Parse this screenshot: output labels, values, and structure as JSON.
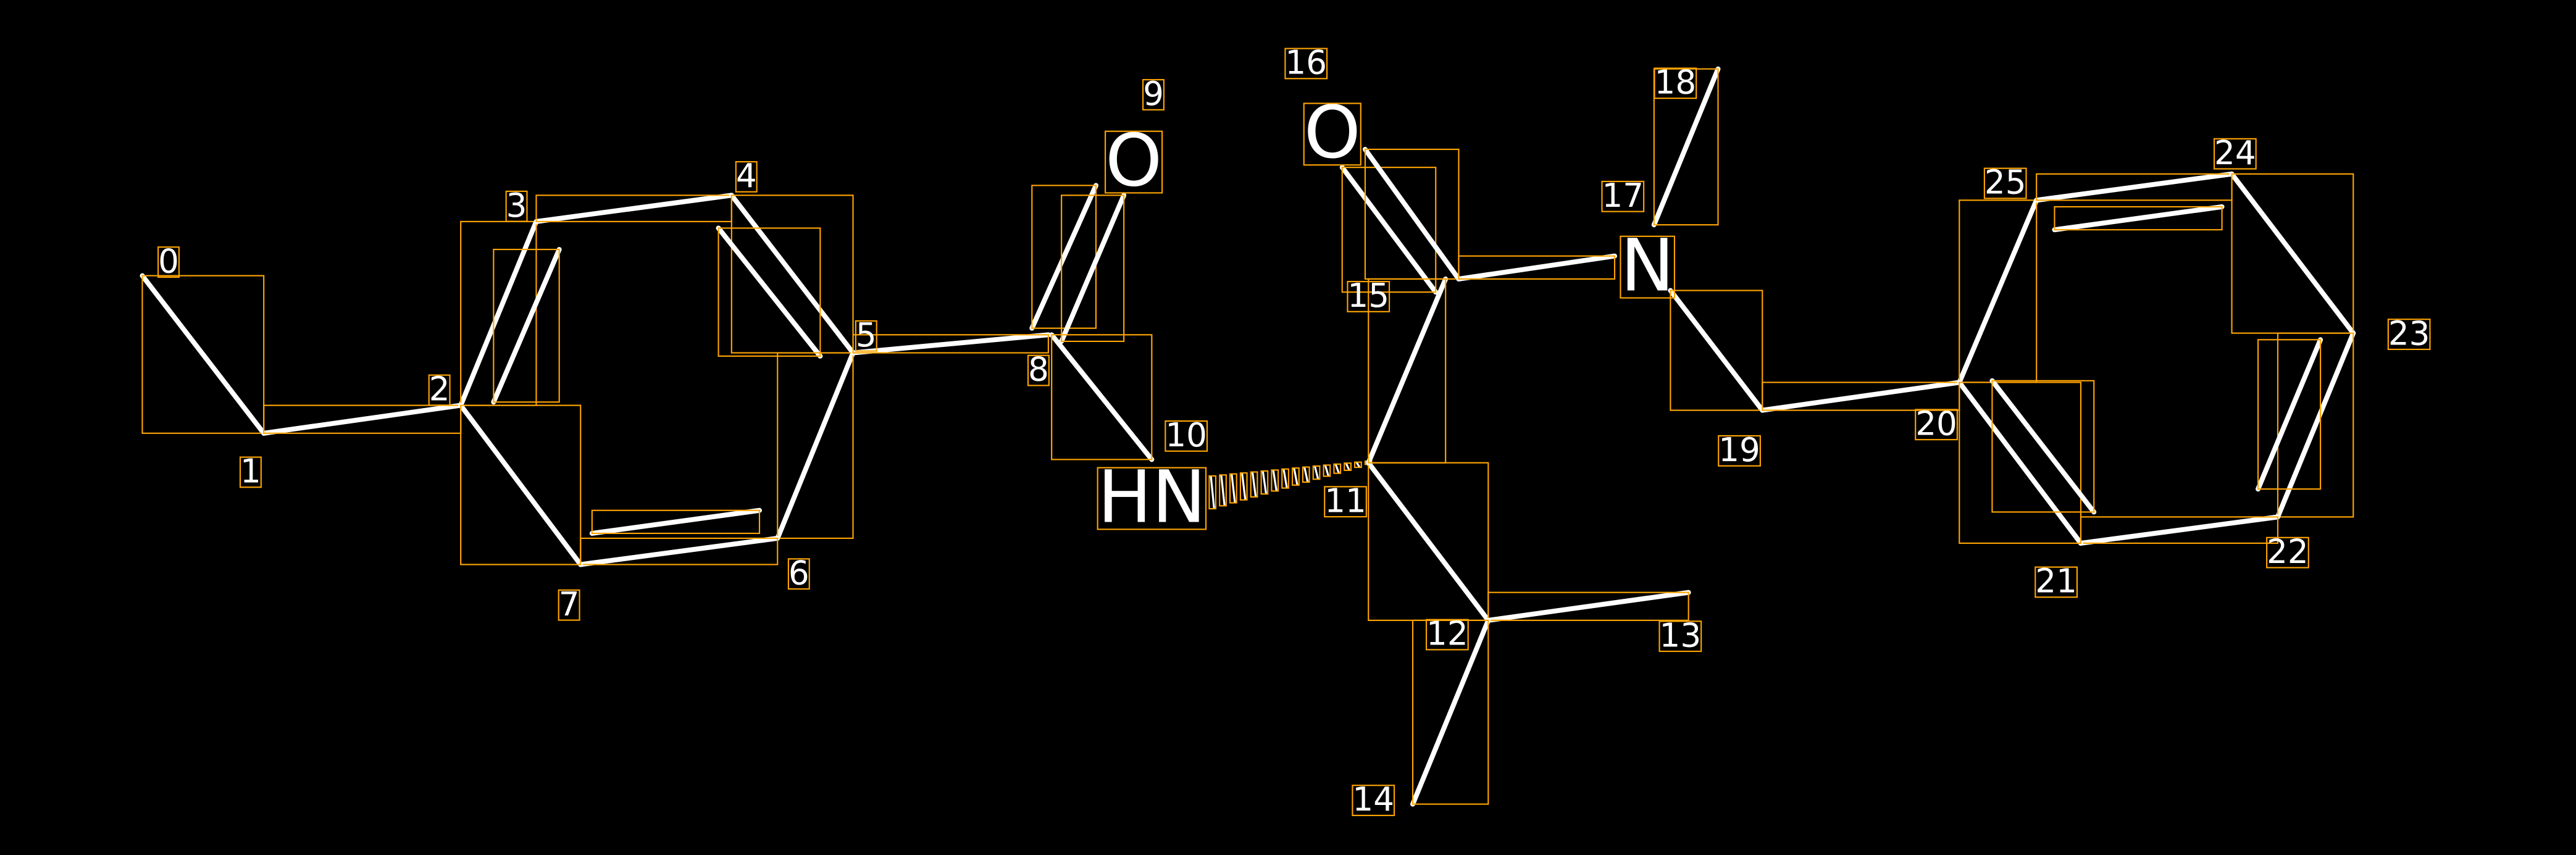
{
  "diagram": {
    "type": "molecule-annotation",
    "colors": {
      "background": "#000000",
      "bond": "#ffffff",
      "box": "#ffa500"
    },
    "atom_indices": [
      "0",
      "1",
      "2",
      "3",
      "4",
      "5",
      "6",
      "7",
      "8",
      "9",
      "10",
      "11",
      "12",
      "13",
      "14",
      "15",
      "16",
      "17",
      "18",
      "19",
      "20",
      "21",
      "22",
      "23",
      "24",
      "25"
    ],
    "heteroatom_labels": {
      "9": "O",
      "10": "HN",
      "16": "O",
      "17": "N"
    },
    "bonds": [
      [
        0,
        1,
        1
      ],
      [
        1,
        2,
        1
      ],
      [
        2,
        3,
        2
      ],
      [
        3,
        4,
        1
      ],
      [
        4,
        5,
        2
      ],
      [
        5,
        6,
        1
      ],
      [
        6,
        7,
        2
      ],
      [
        7,
        2,
        1
      ],
      [
        5,
        8,
        1
      ],
      [
        8,
        9,
        2
      ],
      [
        8,
        10,
        1
      ],
      [
        10,
        11,
        "hash"
      ],
      [
        11,
        12,
        1
      ],
      [
        12,
        13,
        1
      ],
      [
        12,
        14,
        1
      ],
      [
        11,
        15,
        1
      ],
      [
        15,
        16,
        2
      ],
      [
        15,
        17,
        1
      ],
      [
        17,
        18,
        1
      ],
      [
        17,
        19,
        1
      ],
      [
        19,
        20,
        1
      ],
      [
        20,
        25,
        1
      ],
      [
        25,
        24,
        2
      ],
      [
        24,
        23,
        1
      ],
      [
        23,
        22,
        2
      ],
      [
        22,
        21,
        1
      ],
      [
        21,
        20,
        2
      ]
    ]
  }
}
